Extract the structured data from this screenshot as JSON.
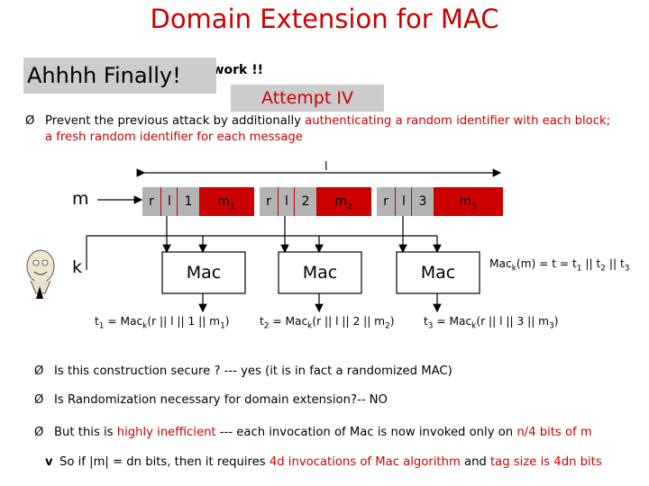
{
  "slide": {
    "title": "Domain Extension for MAC",
    "overlay_label": "Ahhhh Finally!",
    "behind_text": "t work !!",
    "attempt_label": "Attempt IV"
  },
  "intro": {
    "bullet": "Ø",
    "line1_a": "Prevent the previous attack by additionally ",
    "line1_red": "authenticating a random identifier with each block;",
    "line2_red": "a fresh random identifier for each message"
  },
  "diagram": {
    "length_label": "l",
    "message_label": "m",
    "key_label": "k",
    "blocks": [
      {
        "r": "r",
        "l": "l",
        "idx": "1",
        "m": "m",
        "m_sub": "1"
      },
      {
        "r": "r",
        "l": "l",
        "idx": "2",
        "m": "m",
        "m_sub": "2"
      },
      {
        "r": "r",
        "l": "l",
        "idx": "3",
        "m": "m",
        "m_sub": "3"
      }
    ],
    "mac_label": "Mac",
    "tags": [
      {
        "t": "t",
        "t_sub": "1",
        "eq": " = Mac",
        "k": "k",
        "args": "(r || l || 1 || m",
        "m_sub": "1",
        "close": ")"
      },
      {
        "t": "t",
        "t_sub": "2",
        "eq": " = Mac",
        "k": "k",
        "args": "(r || l || 2 || m",
        "m_sub": "2",
        "close": ")"
      },
      {
        "t": "t",
        "t_sub": "3",
        "eq": " = Mac",
        "k": "k",
        "args": "(r || l || 3 || m",
        "m_sub": "3",
        "close": ")"
      }
    ],
    "final_tag": {
      "mac": "Mac",
      "k": "k",
      "expr": "(m) = t = t",
      "s1": "1",
      "mid1": " || t",
      "s2": "2",
      "mid2": " || t",
      "s3": "3"
    }
  },
  "bullets": [
    {
      "marker": "Ø",
      "text": "Is this construction secure ? --- yes (it is in fact a randomized MAC)"
    },
    {
      "marker": "Ø",
      "text": "Is Randomization necessary for domain extension?-- NO"
    }
  ],
  "bullet3": {
    "marker": "Ø",
    "a": "But this is ",
    "red": "highly inefficient",
    "b": " --- each invocation of Mac is now invoked only on ",
    "red2": "n/4 bits of m"
  },
  "bullet4": {
    "marker": "v",
    "a": "So if |m| = dn bits, then it requires ",
    "red": "4d invocations of Mac algorithm",
    "b": " and ",
    "red2": "tag size is 4dn bits"
  },
  "colors": {
    "accent": "#cc0000",
    "grey_box": "#cccccc",
    "block_gray": "#b3b3b3"
  }
}
